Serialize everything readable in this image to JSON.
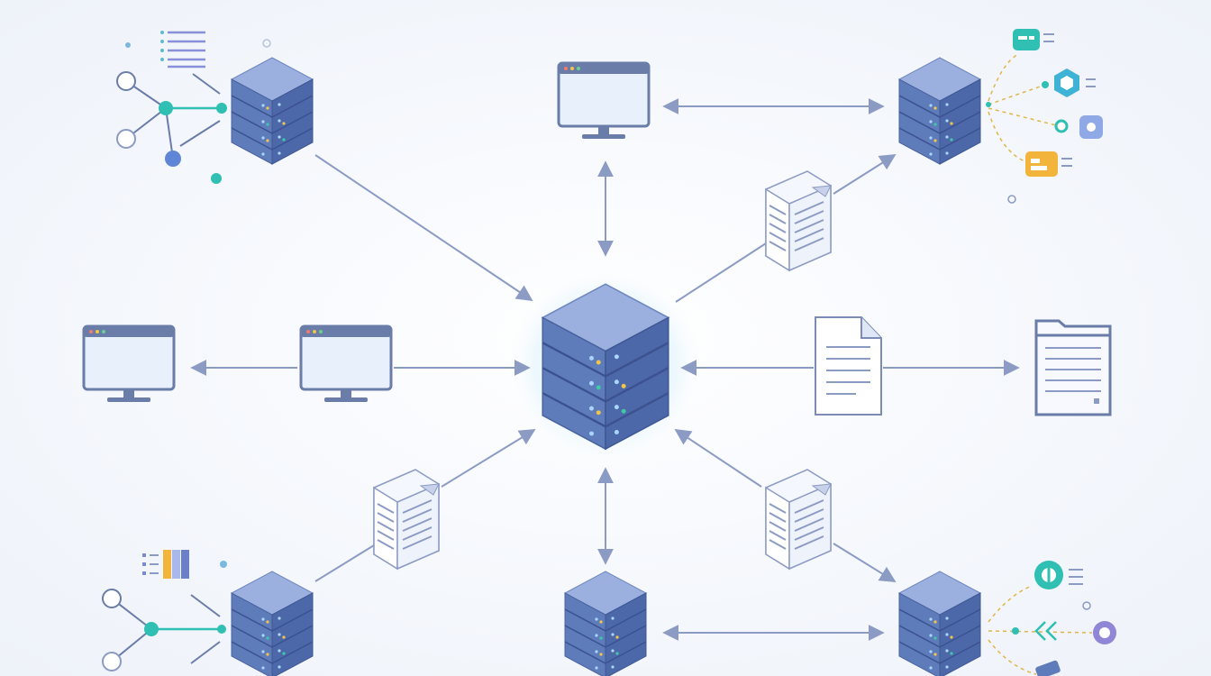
{
  "diagram": {
    "description_kind": "network-topology",
    "colors": {
      "server_top": "#8fa5d8",
      "server_front": "#5b78b6",
      "server_side": "#4a66a4",
      "connector": "#8c9bc4",
      "screen_fill": "#e5eefc",
      "screen_frame": "#6a7da8",
      "teal": "#2fbfb3",
      "orange": "#f3b43b",
      "purple": "#8f86d6",
      "glow": "#dff3fb"
    },
    "nodes": [
      {
        "id": "central-server",
        "kind": "server"
      },
      {
        "id": "server-top-left",
        "kind": "server"
      },
      {
        "id": "server-top-right",
        "kind": "server"
      },
      {
        "id": "server-bottom-left",
        "kind": "server"
      },
      {
        "id": "server-bottom-center",
        "kind": "server"
      },
      {
        "id": "server-bottom-right",
        "kind": "server"
      },
      {
        "id": "monitor-top",
        "kind": "monitor"
      },
      {
        "id": "monitor-left-outer",
        "kind": "monitor"
      },
      {
        "id": "monitor-left-inner",
        "kind": "monitor"
      },
      {
        "id": "document-right",
        "kind": "document"
      },
      {
        "id": "folder-right",
        "kind": "folder"
      },
      {
        "id": "stack-doc-upper-right",
        "kind": "document-stack"
      },
      {
        "id": "stack-doc-lower-left",
        "kind": "document-stack"
      },
      {
        "id": "stack-doc-lower-right",
        "kind": "document-stack"
      }
    ],
    "edges": [
      {
        "from": "server-top-left",
        "to": "central-server",
        "style": "arrow"
      },
      {
        "from": "monitor-top",
        "to": "central-server",
        "style": "double-arrow"
      },
      {
        "from": "monitor-top",
        "to": "server-top-right",
        "style": "double-arrow"
      },
      {
        "from": "central-server",
        "to": "server-top-right",
        "style": "arrow",
        "via": "stack-doc-upper-right"
      },
      {
        "from": "monitor-left-inner",
        "to": "monitor-left-outer",
        "style": "arrow"
      },
      {
        "from": "monitor-left-inner",
        "to": "central-server",
        "style": "arrow"
      },
      {
        "from": "document-right",
        "to": "central-server",
        "style": "arrow"
      },
      {
        "from": "document-right",
        "to": "folder-right",
        "style": "arrow"
      },
      {
        "from": "server-bottom-left",
        "to": "central-server",
        "style": "arrow",
        "via": "stack-doc-lower-left"
      },
      {
        "from": "central-server",
        "to": "server-bottom-center",
        "style": "double-arrow"
      },
      {
        "from": "server-bottom-center",
        "to": "server-bottom-right",
        "style": "double-arrow"
      },
      {
        "from": "server-bottom-right",
        "to": "central-server",
        "style": "arrow",
        "via": "stack-doc-lower-right"
      }
    ],
    "icons": [
      "list-icon",
      "node-graph-icon",
      "hexagon-icon",
      "gear-icon",
      "bar-chart-icon",
      "globe-icon",
      "merge-arrows-icon",
      "tag-icon",
      "card-icon"
    ]
  }
}
